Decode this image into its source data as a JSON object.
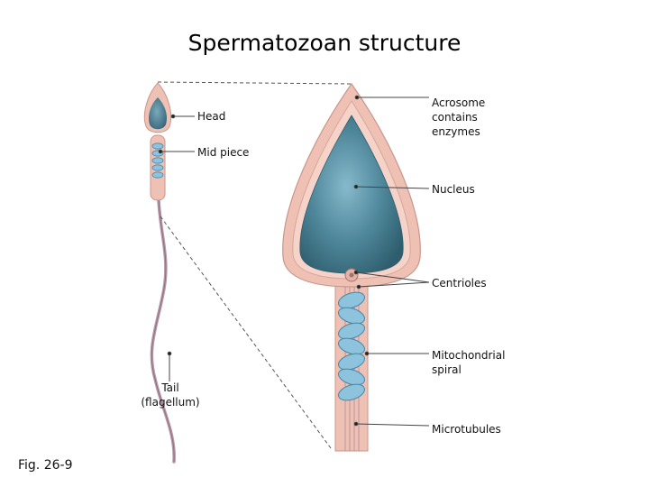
{
  "title": "Spermatozoan structure",
  "figure_label": "Fig. 26-9",
  "small_labels": {
    "head": "Head",
    "mid_piece": "Mid piece",
    "tail_line1": "Tail",
    "tail_line2": "(flagellum)"
  },
  "detail_labels": {
    "acrosome_line1": "Acrosome",
    "acrosome_line2": "contains",
    "acrosome_line3": "enzymes",
    "nucleus": "Nucleus",
    "centrioles": "Centrioles",
    "mito_line1": "Mitochondrial",
    "mito_line2": "spiral",
    "microtubules": "Microtubules"
  },
  "colors": {
    "membrane": "#efc1b4",
    "membrane_outline": "#c9968a",
    "nucleus": "#3f7a8c",
    "nucleus_highlight": "#7fb4c9",
    "mitochondria": "#8dc3dc",
    "tail": "#b89aa8",
    "leader": "#444444"
  }
}
